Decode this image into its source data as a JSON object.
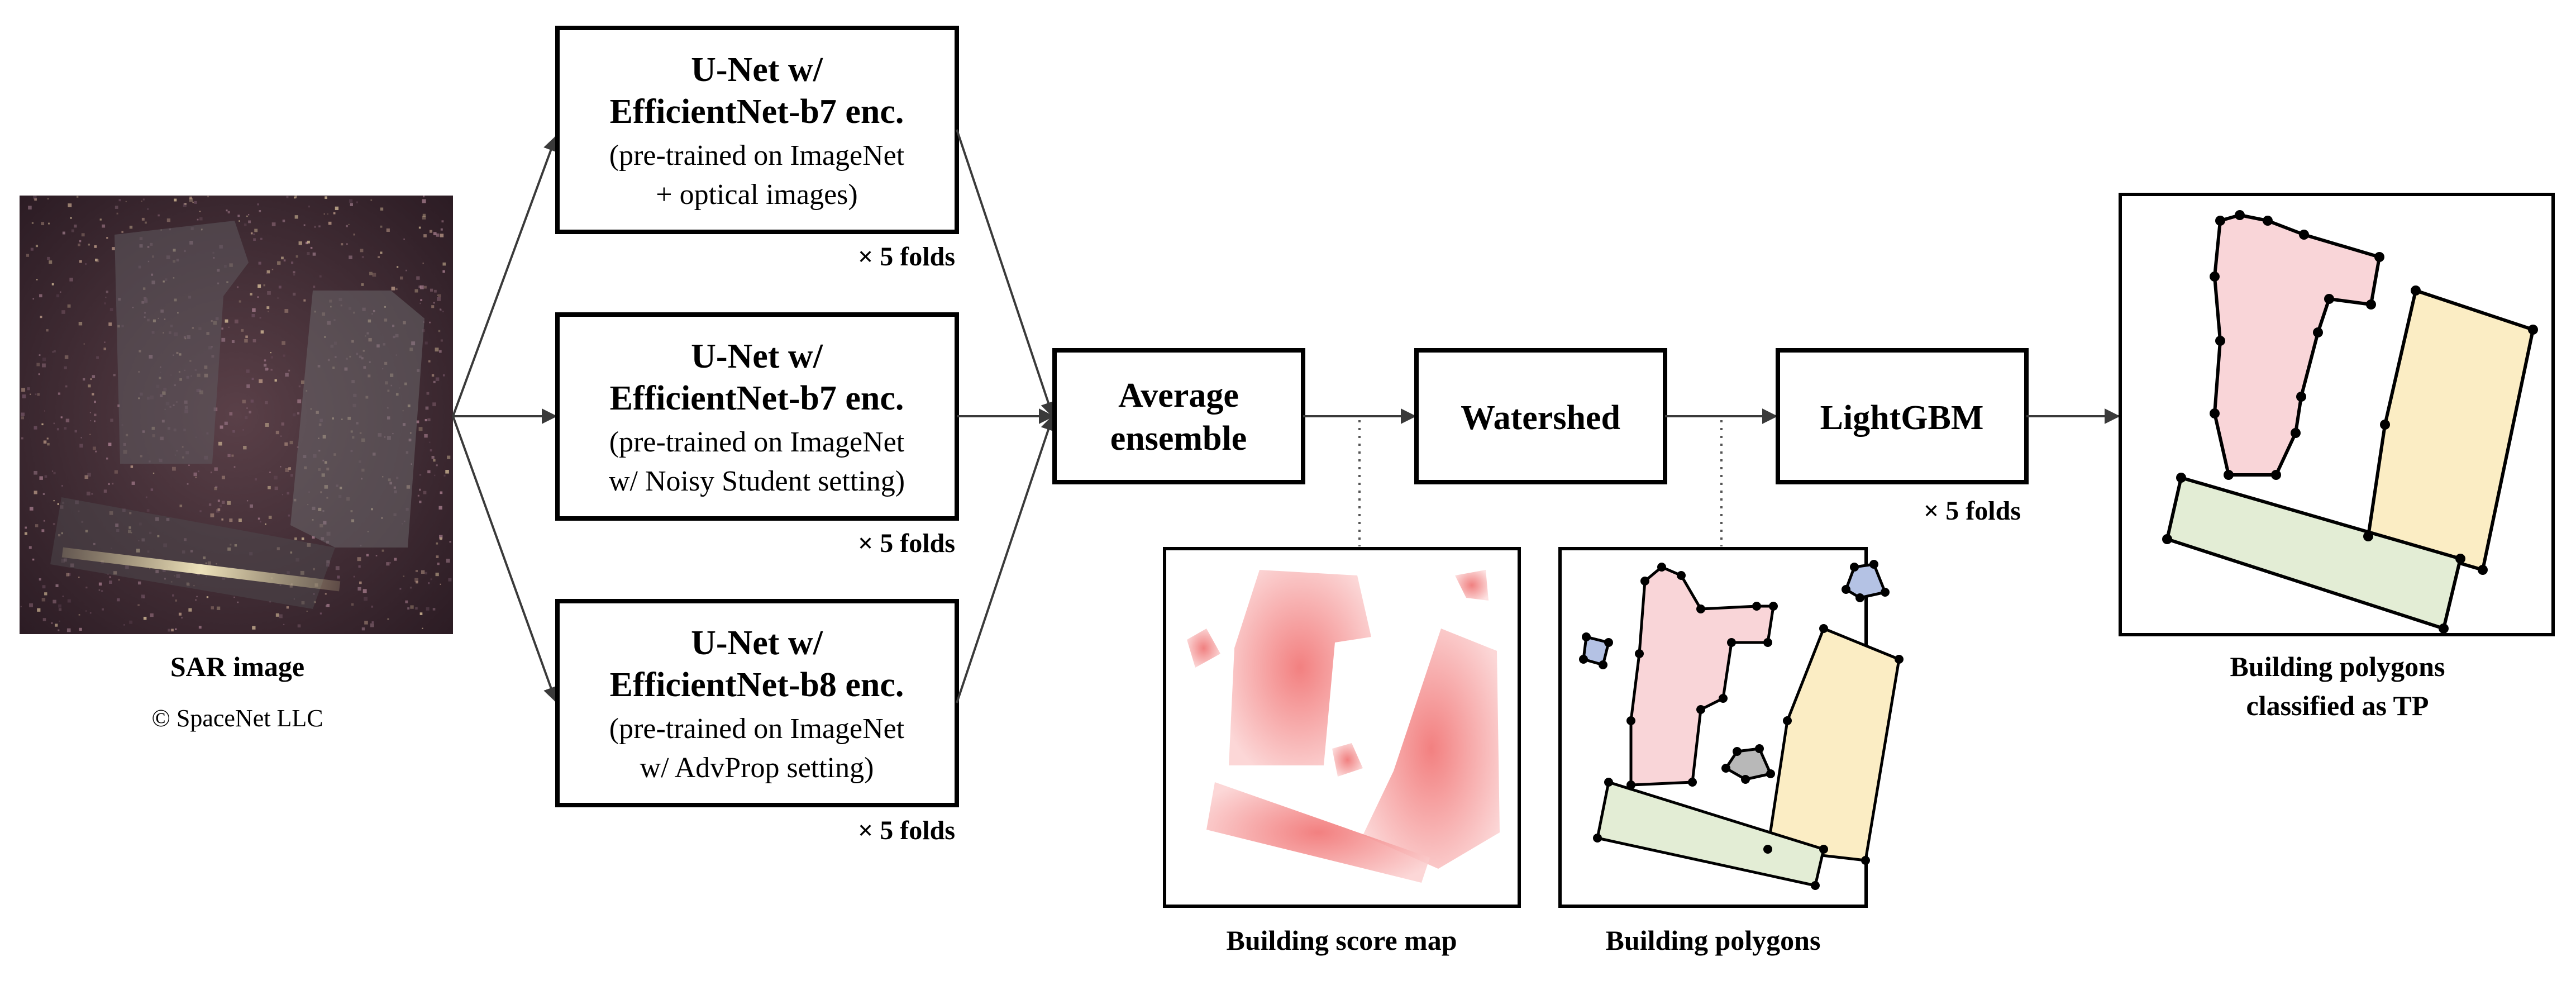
{
  "sar": {
    "caption": "SAR image",
    "credit": "© SpaceNet LLC"
  },
  "models": [
    {
      "title_line1": "U-Net w/",
      "title_line2": "EfficientNet-b7 enc.",
      "note_line1": "(pre-trained on ImageNet",
      "note_line2": "+ optical images)",
      "folds": "× 5 folds"
    },
    {
      "title_line1": "U-Net w/",
      "title_line2": "EfficientNet-b7 enc.",
      "note_line1": "(pre-trained on ImageNet",
      "note_line2": "w/ Noisy Student setting)",
      "folds": "× 5 folds"
    },
    {
      "title_line1": "U-Net w/",
      "title_line2": "EfficientNet-b8 enc.",
      "note_line1": "(pre-trained on ImageNet",
      "note_line2": "w/ AdvProp setting)",
      "folds": "× 5 folds"
    }
  ],
  "ensemble": {
    "line1": "Average",
    "line2": "ensemble"
  },
  "watershed": {
    "label": "Watershed"
  },
  "lightgbm": {
    "label": "LightGBM",
    "folds": "× 5 folds"
  },
  "score_map": {
    "caption": "Building score map"
  },
  "polygons": {
    "caption": "Building polygons"
  },
  "tp": {
    "caption_line1": "Building polygons",
    "caption_line2": "classified as TP"
  },
  "colors": {
    "sar_base": "#3a2530",
    "score_red": "#f07878",
    "poly_pink": "#f9d5d8",
    "poly_yellow": "#fbedc4",
    "poly_green": "#e3edd5",
    "poly_blue": "#b4c2e4",
    "poly_gray": "#b8b8b8",
    "line": "#000000",
    "arrow": "#3a3a3a"
  }
}
